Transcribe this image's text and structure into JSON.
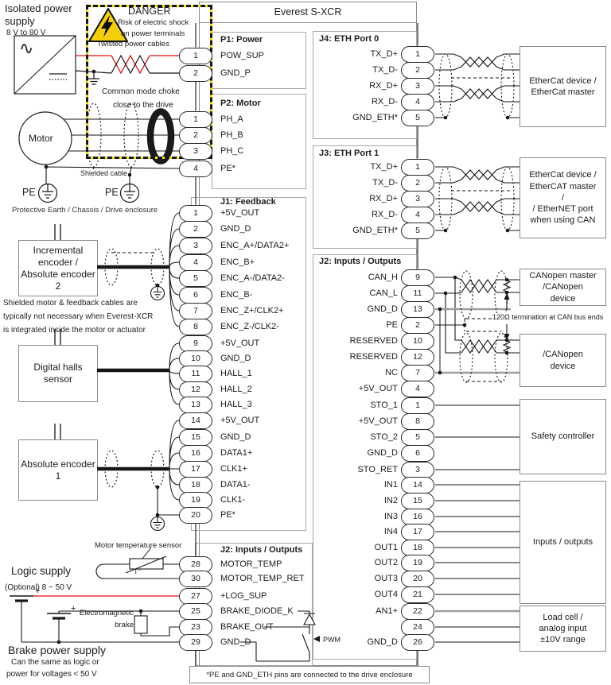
{
  "title": "Everest S-XCR",
  "footnote": "*PE and GND_ETH pins are connected to the drive enclosure",
  "danger": {
    "title": "DANGER",
    "line1": "Risk of electric shock",
    "line2": "on power terminals",
    "twisted_label": "Twisted power cables",
    "choke_line1": "Common mode choke",
    "choke_line2": "close to the drive"
  },
  "left": {
    "isolated_supply": "Isolated power supply",
    "supply_range": "8 V to 80 V",
    "ac_symbol": "∿",
    "motor": "Motor",
    "shielded_cable": "Shielded cable",
    "pe_label_1": "PE",
    "pe_label_2": "PE",
    "protective_earth": "Protective Earth / Chassis / Drive enclosure",
    "encoder2": "Incremental encoder / Absolute encoder 2",
    "shield_note_1": "Shielded motor & feedback cables are",
    "shield_note_2": "typically not necessary when Everest-XCR",
    "shield_note_3": "is integrated inside the motor or actuator",
    "halls": "Digital halls sensor",
    "encoder1": "Absolute encoder 1",
    "motor_temp": "Motor temperature sensor",
    "thermistor": "T°",
    "logic_supply": "Logic supply",
    "logic_range": "(Optional) 8 ~ 50 V",
    "battery_plus_1": "+",
    "battery_plus_2": "+",
    "em_brake": "Electromagnetic brake",
    "brake_supply": "Brake power supply",
    "brake_note_1": "Can the same as logic or",
    "brake_note_2": "power for voltages < 50 V",
    "pwm": "PWM"
  },
  "connectors": {
    "p1": {
      "header": "P1: Power",
      "pins": [
        {
          "n": "1",
          "label": "POW_SUP"
        },
        {
          "n": "2",
          "label": "GND_P"
        }
      ]
    },
    "p2": {
      "header": "P2: Motor",
      "pins": [
        {
          "n": "1",
          "label": "PH_A"
        },
        {
          "n": "2",
          "label": "PH_B"
        },
        {
          "n": "3",
          "label": "PH_C"
        },
        {
          "n": "4",
          "label": "PE*"
        }
      ]
    },
    "j1": {
      "header": "J1: Feedback",
      "pins": [
        {
          "n": "1",
          "label": "+5V_OUT"
        },
        {
          "n": "2",
          "label": "GND_D"
        },
        {
          "n": "3",
          "label": "ENC_A+/DATA2+"
        },
        {
          "n": "4",
          "label": "ENC_B+"
        },
        {
          "n": "5",
          "label": "ENC_A-/DATA2-"
        },
        {
          "n": "6",
          "label": "ENC_B-"
        },
        {
          "n": "7",
          "label": "ENC_Z+/CLK2+"
        },
        {
          "n": "8",
          "label": "ENC_Z-/CLK2-"
        },
        {
          "n": "9",
          "label": "+5V_OUT"
        },
        {
          "n": "10",
          "label": "GND_D"
        },
        {
          "n": "11",
          "label": "HALL_1"
        },
        {
          "n": "12",
          "label": "HALL_2"
        },
        {
          "n": "13",
          "label": "HALL_3"
        },
        {
          "n": "14",
          "label": "+5V_OUT"
        },
        {
          "n": "15",
          "label": "GND_D"
        },
        {
          "n": "16",
          "label": "DATA1+"
        },
        {
          "n": "17",
          "label": "CLK1+"
        },
        {
          "n": "18",
          "label": "DATA1-"
        },
        {
          "n": "19",
          "label": "CLK1-"
        },
        {
          "n": "20",
          "label": "PE*"
        }
      ]
    },
    "j2b": {
      "header": "J2: Inputs / Outputs",
      "pins": [
        {
          "n": "28",
          "label": "MOTOR_TEMP"
        },
        {
          "n": "30",
          "label": "MOTOR_TEMP_RET"
        },
        {
          "n": "27",
          "label": "+LOG_SUP"
        },
        {
          "n": "25",
          "label": "BRAKE_DIODE_K"
        },
        {
          "n": "23",
          "label": "BRAKE_OUT"
        },
        {
          "n": "29",
          "label": "GND_D"
        }
      ]
    },
    "j4": {
      "header": "J4: ETH Port 0",
      "pins": [
        {
          "n": "1",
          "label": "TX_D+"
        },
        {
          "n": "2",
          "label": "TX_D-"
        },
        {
          "n": "3",
          "label": "RX_D+"
        },
        {
          "n": "4",
          "label": "RX_D-"
        },
        {
          "n": "5",
          "label": "GND_ETH*"
        }
      ]
    },
    "j3": {
      "header": "J3: ETH Port 1",
      "pins": [
        {
          "n": "1",
          "label": "TX_D+"
        },
        {
          "n": "2",
          "label": "TX_D-"
        },
        {
          "n": "3",
          "label": "RX_D+"
        },
        {
          "n": "4",
          "label": "RX_D-"
        },
        {
          "n": "5",
          "label": "GND_ETH*"
        }
      ]
    },
    "j2r": {
      "header": "J2: Inputs / Outputs",
      "pins": [
        {
          "n": "9",
          "label": "CAN_H"
        },
        {
          "n": "11",
          "label": "CAN_L"
        },
        {
          "n": "13",
          "label": "GND_D"
        },
        {
          "n": "2",
          "label": "PE"
        },
        {
          "n": "10",
          "label": "RESERVED"
        },
        {
          "n": "12",
          "label": "RESERVED"
        },
        {
          "n": "7",
          "label": "NC"
        },
        {
          "n": "4",
          "label": "+5V_OUT"
        },
        {
          "n": "1",
          "label": "STO_1"
        },
        {
          "n": "8",
          "label": "+5V_OUT"
        },
        {
          "n": "5",
          "label": "STO_2"
        },
        {
          "n": "6",
          "label": "GND_D"
        },
        {
          "n": "3",
          "label": "STO_RET"
        },
        {
          "n": "14",
          "label": "IN1"
        },
        {
          "n": "15",
          "label": "IN2"
        },
        {
          "n": "16",
          "label": "IN3"
        },
        {
          "n": "17",
          "label": "IN4"
        },
        {
          "n": "18",
          "label": "OUT1"
        },
        {
          "n": "19",
          "label": "OUT2"
        },
        {
          "n": "20",
          "label": "OUT3"
        },
        {
          "n": "21",
          "label": "OUT4"
        },
        {
          "n": "22",
          "label": "AN1+"
        },
        {
          "n": "24",
          "label": ""
        },
        {
          "n": "26",
          "label": "GND_D"
        }
      ]
    }
  },
  "right_boxes": {
    "ethercat0": [
      "EtherCat device /",
      "EtherCat master"
    ],
    "ethercat1": [
      "EtherCat device /",
      "EtherCAT master",
      "/",
      "/ EtherNET port",
      "when using CAN"
    ],
    "canopen0": [
      "CANopen master",
      "/CANopen",
      "device"
    ],
    "can_termination": "120Ω termination at CAN bus ends",
    "canopen1": [
      "/CANopen",
      "device"
    ],
    "safety": [
      "Safety controller"
    ],
    "io": [
      "Inputs / outputs"
    ],
    "loadcell": [
      "Load cell /",
      "analog input",
      "±10V range"
    ]
  },
  "colors": {
    "wire_red": "#e01010",
    "hazard_yellow": "#f7e400",
    "gray_wire": "#9e9e9e"
  }
}
